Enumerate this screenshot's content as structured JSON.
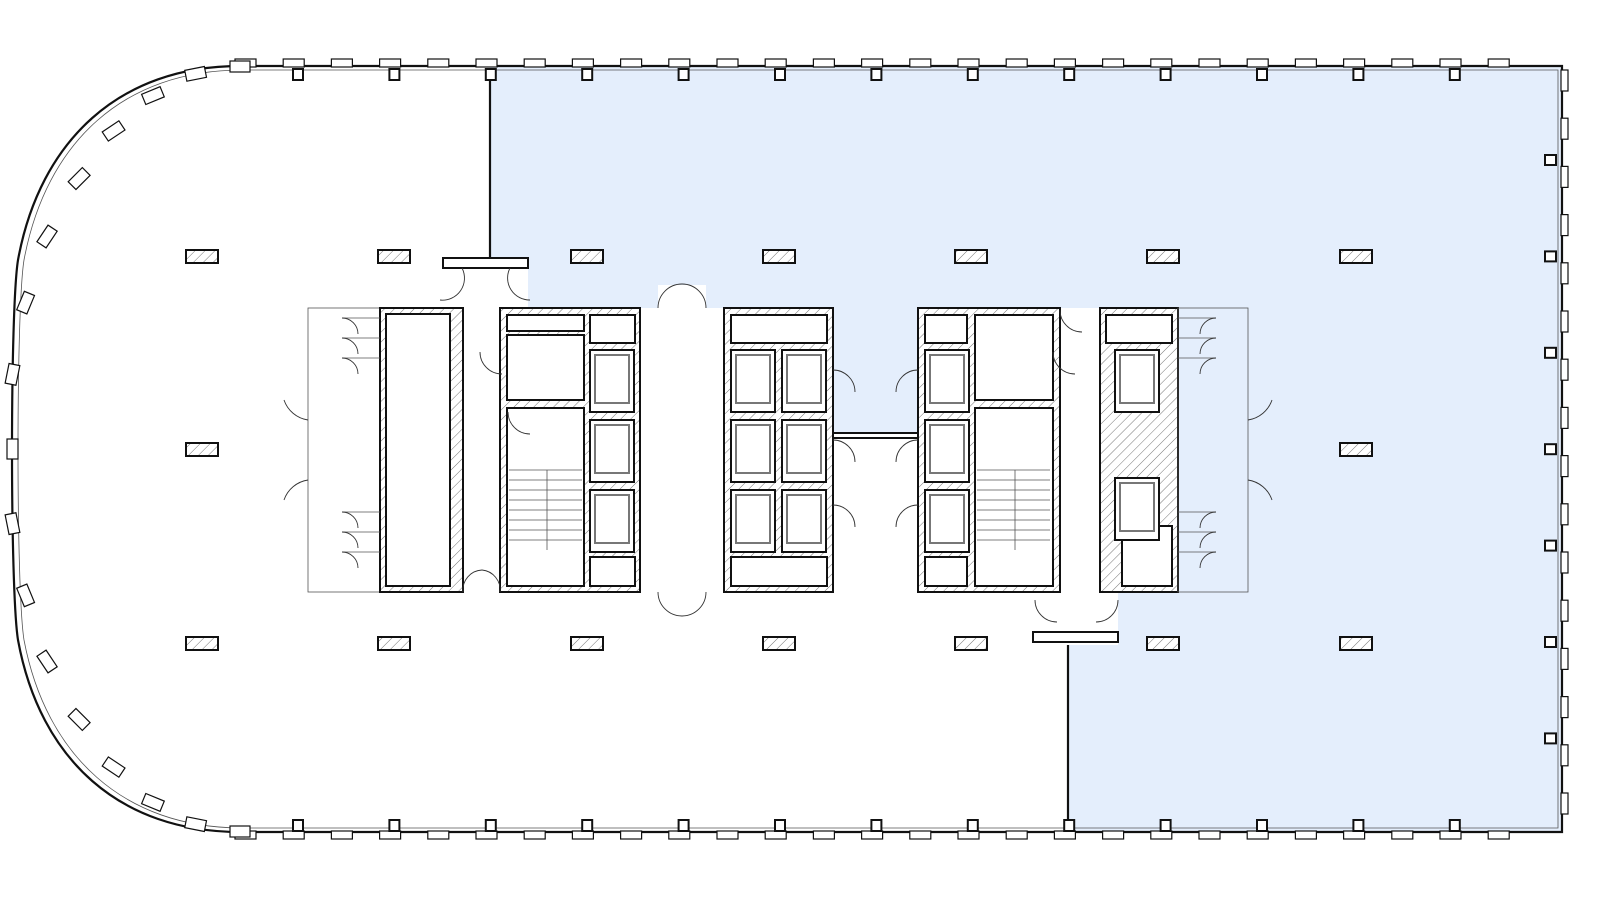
{
  "plan": {
    "colors": {
      "highlight_area": "#e4eefc",
      "walls": "#111111",
      "background": "#ffffff"
    },
    "icons": {
      "column": "hatched-rectangle",
      "door": "door-swing-arc",
      "elevator": "elevator-car",
      "stair": "stair-treads"
    }
  }
}
